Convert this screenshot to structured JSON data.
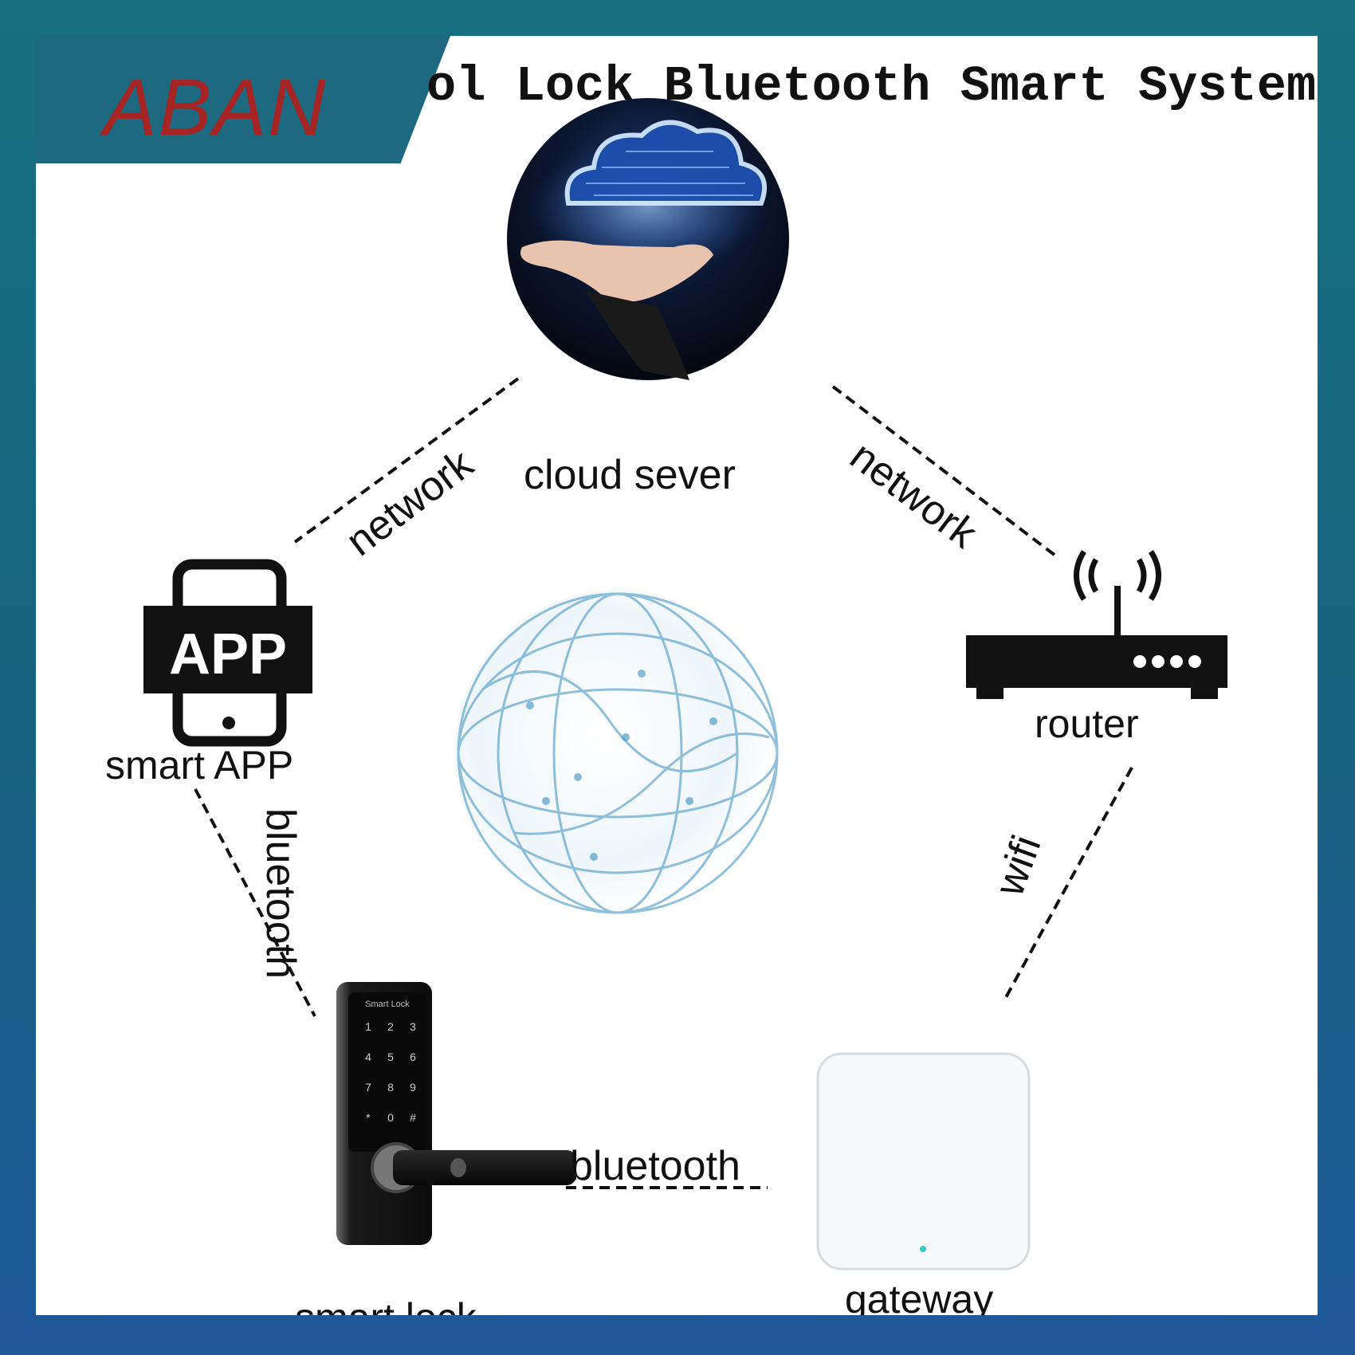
{
  "brand": "ABAN",
  "title": "ol Lock Bluetooth Smart System",
  "nodes": {
    "cloud": "cloud sever",
    "app_badge": "APP",
    "app": "smart APP",
    "router": "router",
    "lock": "smart lock",
    "lock_brand": "Smart Lock",
    "gateway": "gateway"
  },
  "links": {
    "cloud_app": "network",
    "cloud_router": "network",
    "app_lock": "bluetooth",
    "router_gateway": "wifi",
    "lock_gateway": "bluetooth"
  },
  "keypad_keys": [
    "1",
    "2",
    "3",
    "4",
    "5",
    "6",
    "7",
    "8",
    "9",
    "*",
    "0",
    "#"
  ],
  "colors": {
    "frame": "#17677f",
    "brand": "#a52424",
    "cloud_glow": "#5aa6ff",
    "globe": "#3a8fc0"
  }
}
